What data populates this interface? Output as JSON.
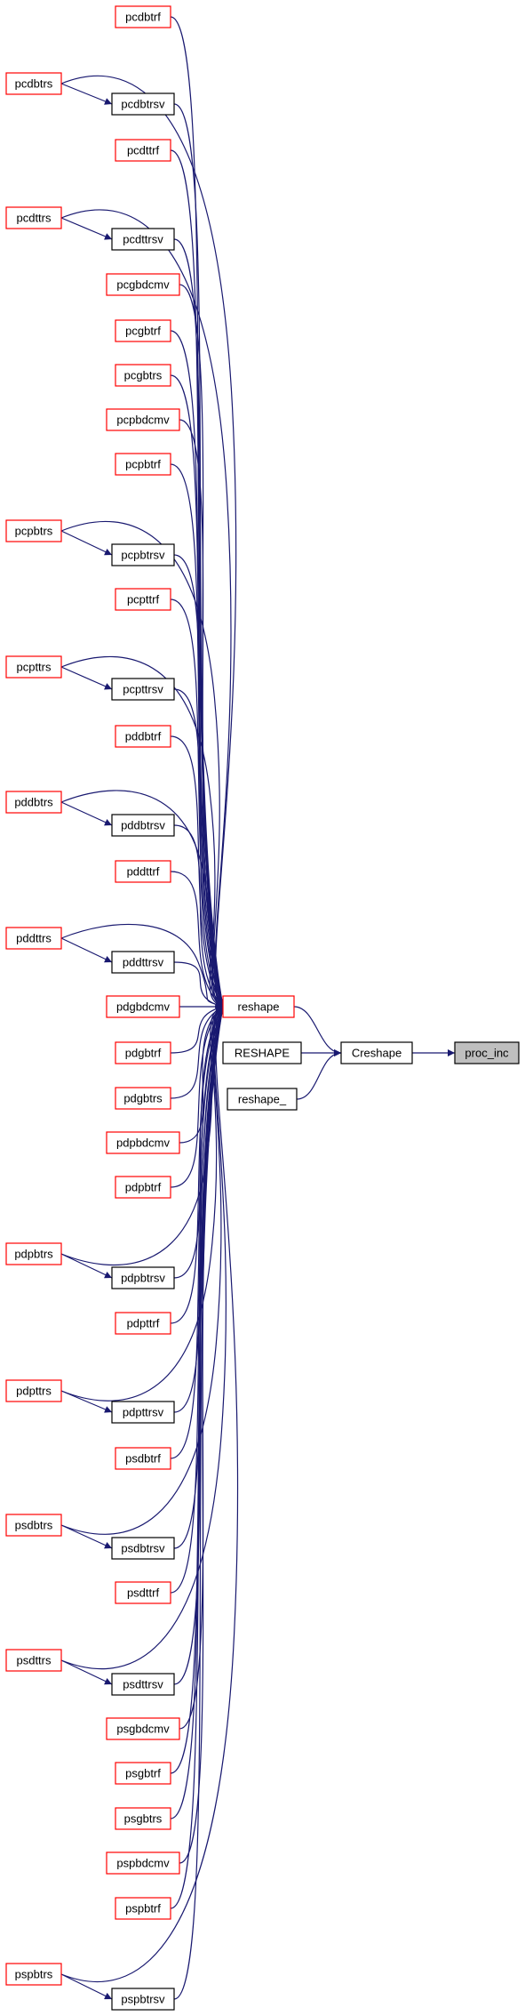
{
  "diagram": {
    "type": "call-graph",
    "colors": {
      "edge": "#191970",
      "red_border": "#ff0000",
      "black_border": "#000000",
      "highlight_fill": "#bfbfbf",
      "node_fill": "#ffffff"
    },
    "nodes": [
      {
        "id": "proc_inc",
        "label": "proc_inc",
        "style": "highlight"
      },
      {
        "id": "Creshape",
        "label": "Creshape",
        "style": "black"
      },
      {
        "id": "reshape",
        "label": "reshape",
        "style": "red"
      },
      {
        "id": "RESHAPE",
        "label": "RESHAPE",
        "style": "black"
      },
      {
        "id": "reshape_",
        "label": "reshape_",
        "style": "black"
      },
      {
        "id": "pcdbtrf",
        "label": "pcdbtrf",
        "style": "red"
      },
      {
        "id": "pcdbtrs",
        "label": "pcdbtrs",
        "style": "red"
      },
      {
        "id": "pcdbtrsv",
        "label": "pcdbtrsv",
        "style": "black"
      },
      {
        "id": "pcdttrf",
        "label": "pcdttrf",
        "style": "red"
      },
      {
        "id": "pcdttrs",
        "label": "pcdttrs",
        "style": "red"
      },
      {
        "id": "pcdttrsv",
        "label": "pcdttrsv",
        "style": "black"
      },
      {
        "id": "pcgbdcmv",
        "label": "pcgbdcmv",
        "style": "red"
      },
      {
        "id": "pcgbtrf",
        "label": "pcgbtrf",
        "style": "red"
      },
      {
        "id": "pcgbtrs",
        "label": "pcgbtrs",
        "style": "red"
      },
      {
        "id": "pcpbdcmv",
        "label": "pcpbdcmv",
        "style": "red"
      },
      {
        "id": "pcpbtrf",
        "label": "pcpbtrf",
        "style": "red"
      },
      {
        "id": "pcpbtrs",
        "label": "pcpbtrs",
        "style": "red"
      },
      {
        "id": "pcpbtrsv",
        "label": "pcpbtrsv",
        "style": "black"
      },
      {
        "id": "pcpttrf",
        "label": "pcpttrf",
        "style": "red"
      },
      {
        "id": "pcpttrs",
        "label": "pcpttrs",
        "style": "red"
      },
      {
        "id": "pcpttrsv",
        "label": "pcpttrsv",
        "style": "black"
      },
      {
        "id": "pddbtrf",
        "label": "pddbtrf",
        "style": "red"
      },
      {
        "id": "pddbtrs",
        "label": "pddbtrs",
        "style": "red"
      },
      {
        "id": "pddbtrsv",
        "label": "pddbtrsv",
        "style": "black"
      },
      {
        "id": "pddttrf",
        "label": "pddttrf",
        "style": "red"
      },
      {
        "id": "pddttrs",
        "label": "pddttrs",
        "style": "red"
      },
      {
        "id": "pddttrsv",
        "label": "pddttrsv",
        "style": "black"
      },
      {
        "id": "pdgbdcmv",
        "label": "pdgbdcmv",
        "style": "red"
      },
      {
        "id": "pdgbtrf",
        "label": "pdgbtrf",
        "style": "red"
      },
      {
        "id": "pdgbtrs",
        "label": "pdgbtrs",
        "style": "red"
      },
      {
        "id": "pdpbdcmv",
        "label": "pdpbdcmv",
        "style": "red"
      },
      {
        "id": "pdpbtrf",
        "label": "pdpbtrf",
        "style": "red"
      },
      {
        "id": "pdpbtrs",
        "label": "pdpbtrs",
        "style": "red"
      },
      {
        "id": "pdpbtrsv",
        "label": "pdpbtrsv",
        "style": "black"
      },
      {
        "id": "pdpttrf",
        "label": "pdpttrf",
        "style": "red"
      },
      {
        "id": "pdpttrs",
        "label": "pdpttrs",
        "style": "red"
      },
      {
        "id": "pdpttrsv",
        "label": "pdpttrsv",
        "style": "black"
      },
      {
        "id": "psdbtrf",
        "label": "psdbtrf",
        "style": "red"
      },
      {
        "id": "psdbtrs",
        "label": "psdbtrs",
        "style": "red"
      },
      {
        "id": "psdbtrsv",
        "label": "psdbtrsv",
        "style": "black"
      },
      {
        "id": "psdttrf",
        "label": "psdttrf",
        "style": "red"
      },
      {
        "id": "psdttrs",
        "label": "psdttrs",
        "style": "red"
      },
      {
        "id": "psdttrsv",
        "label": "psdttrsv",
        "style": "black"
      },
      {
        "id": "psgbdcmv",
        "label": "psgbdcmv",
        "style": "red"
      },
      {
        "id": "psgbtrf",
        "label": "psgbtrf",
        "style": "red"
      },
      {
        "id": "psgbtrs",
        "label": "psgbtrs",
        "style": "red"
      },
      {
        "id": "pspbdcmv",
        "label": "pspbdcmv",
        "style": "red"
      },
      {
        "id": "pspbtrf",
        "label": "pspbtrf",
        "style": "red"
      },
      {
        "id": "pspbtrs",
        "label": "pspbtrs",
        "style": "red"
      },
      {
        "id": "pspbtrsv",
        "label": "pspbtrsv",
        "style": "black"
      }
    ],
    "edges": [
      {
        "from": "Creshape",
        "to": "proc_inc"
      },
      {
        "from": "reshape",
        "to": "Creshape"
      },
      {
        "from": "RESHAPE",
        "to": "Creshape"
      },
      {
        "from": "reshape_",
        "to": "Creshape"
      },
      {
        "from": "pcdbtrf",
        "to": "reshape"
      },
      {
        "from": "pcdbtrs",
        "to": "reshape"
      },
      {
        "from": "pcdbtrs",
        "to": "pcdbtrsv"
      },
      {
        "from": "pcdbtrsv",
        "to": "reshape"
      },
      {
        "from": "pcdttrf",
        "to": "reshape"
      },
      {
        "from": "pcdttrs",
        "to": "reshape"
      },
      {
        "from": "pcdttrs",
        "to": "pcdttrsv"
      },
      {
        "from": "pcdttrsv",
        "to": "reshape"
      },
      {
        "from": "pcgbdcmv",
        "to": "reshape"
      },
      {
        "from": "pcgbtrf",
        "to": "reshape"
      },
      {
        "from": "pcgbtrs",
        "to": "reshape"
      },
      {
        "from": "pcpbdcmv",
        "to": "reshape"
      },
      {
        "from": "pcpbtrf",
        "to": "reshape"
      },
      {
        "from": "pcpbtrs",
        "to": "reshape"
      },
      {
        "from": "pcpbtrs",
        "to": "pcpbtrsv"
      },
      {
        "from": "pcpbtrsv",
        "to": "reshape"
      },
      {
        "from": "pcpttrf",
        "to": "reshape"
      },
      {
        "from": "pcpttrs",
        "to": "reshape"
      },
      {
        "from": "pcpttrs",
        "to": "pcpttrsv"
      },
      {
        "from": "pcpttrsv",
        "to": "reshape"
      },
      {
        "from": "pddbtrf",
        "to": "reshape"
      },
      {
        "from": "pddbtrs",
        "to": "reshape"
      },
      {
        "from": "pddbtrs",
        "to": "pddbtrsv"
      },
      {
        "from": "pddbtrsv",
        "to": "reshape"
      },
      {
        "from": "pddttrf",
        "to": "reshape"
      },
      {
        "from": "pddttrs",
        "to": "reshape"
      },
      {
        "from": "pddttrs",
        "to": "pddttrsv"
      },
      {
        "from": "pddttrsv",
        "to": "reshape"
      },
      {
        "from": "pdgbdcmv",
        "to": "reshape"
      },
      {
        "from": "pdgbtrf",
        "to": "reshape"
      },
      {
        "from": "pdgbtrs",
        "to": "reshape"
      },
      {
        "from": "pdpbdcmv",
        "to": "reshape"
      },
      {
        "from": "pdpbtrf",
        "to": "reshape"
      },
      {
        "from": "pdpbtrs",
        "to": "reshape"
      },
      {
        "from": "pdpbtrs",
        "to": "pdpbtrsv"
      },
      {
        "from": "pdpbtrsv",
        "to": "reshape"
      },
      {
        "from": "pdpttrf",
        "to": "reshape"
      },
      {
        "from": "pdpttrs",
        "to": "reshape"
      },
      {
        "from": "pdpttrs",
        "to": "pdpttrsv"
      },
      {
        "from": "pdpttrsv",
        "to": "reshape"
      },
      {
        "from": "psdbtrf",
        "to": "reshape"
      },
      {
        "from": "psdbtrs",
        "to": "reshape"
      },
      {
        "from": "psdbtrs",
        "to": "psdbtrsv"
      },
      {
        "from": "psdbtrsv",
        "to": "reshape"
      },
      {
        "from": "psdttrf",
        "to": "reshape"
      },
      {
        "from": "psdttrs",
        "to": "reshape"
      },
      {
        "from": "psdttrs",
        "to": "psdttrsv"
      },
      {
        "from": "psdttrsv",
        "to": "reshape"
      },
      {
        "from": "psgbdcmv",
        "to": "reshape"
      },
      {
        "from": "psgbtrf",
        "to": "reshape"
      },
      {
        "from": "psgbtrs",
        "to": "reshape"
      },
      {
        "from": "pspbdcmv",
        "to": "reshape"
      },
      {
        "from": "pspbtrf",
        "to": "reshape"
      },
      {
        "from": "pspbtrs",
        "to": "reshape"
      },
      {
        "from": "pspbtrs",
        "to": "pspbtrsv"
      },
      {
        "from": "pspbtrsv",
        "to": "reshape"
      }
    ]
  }
}
